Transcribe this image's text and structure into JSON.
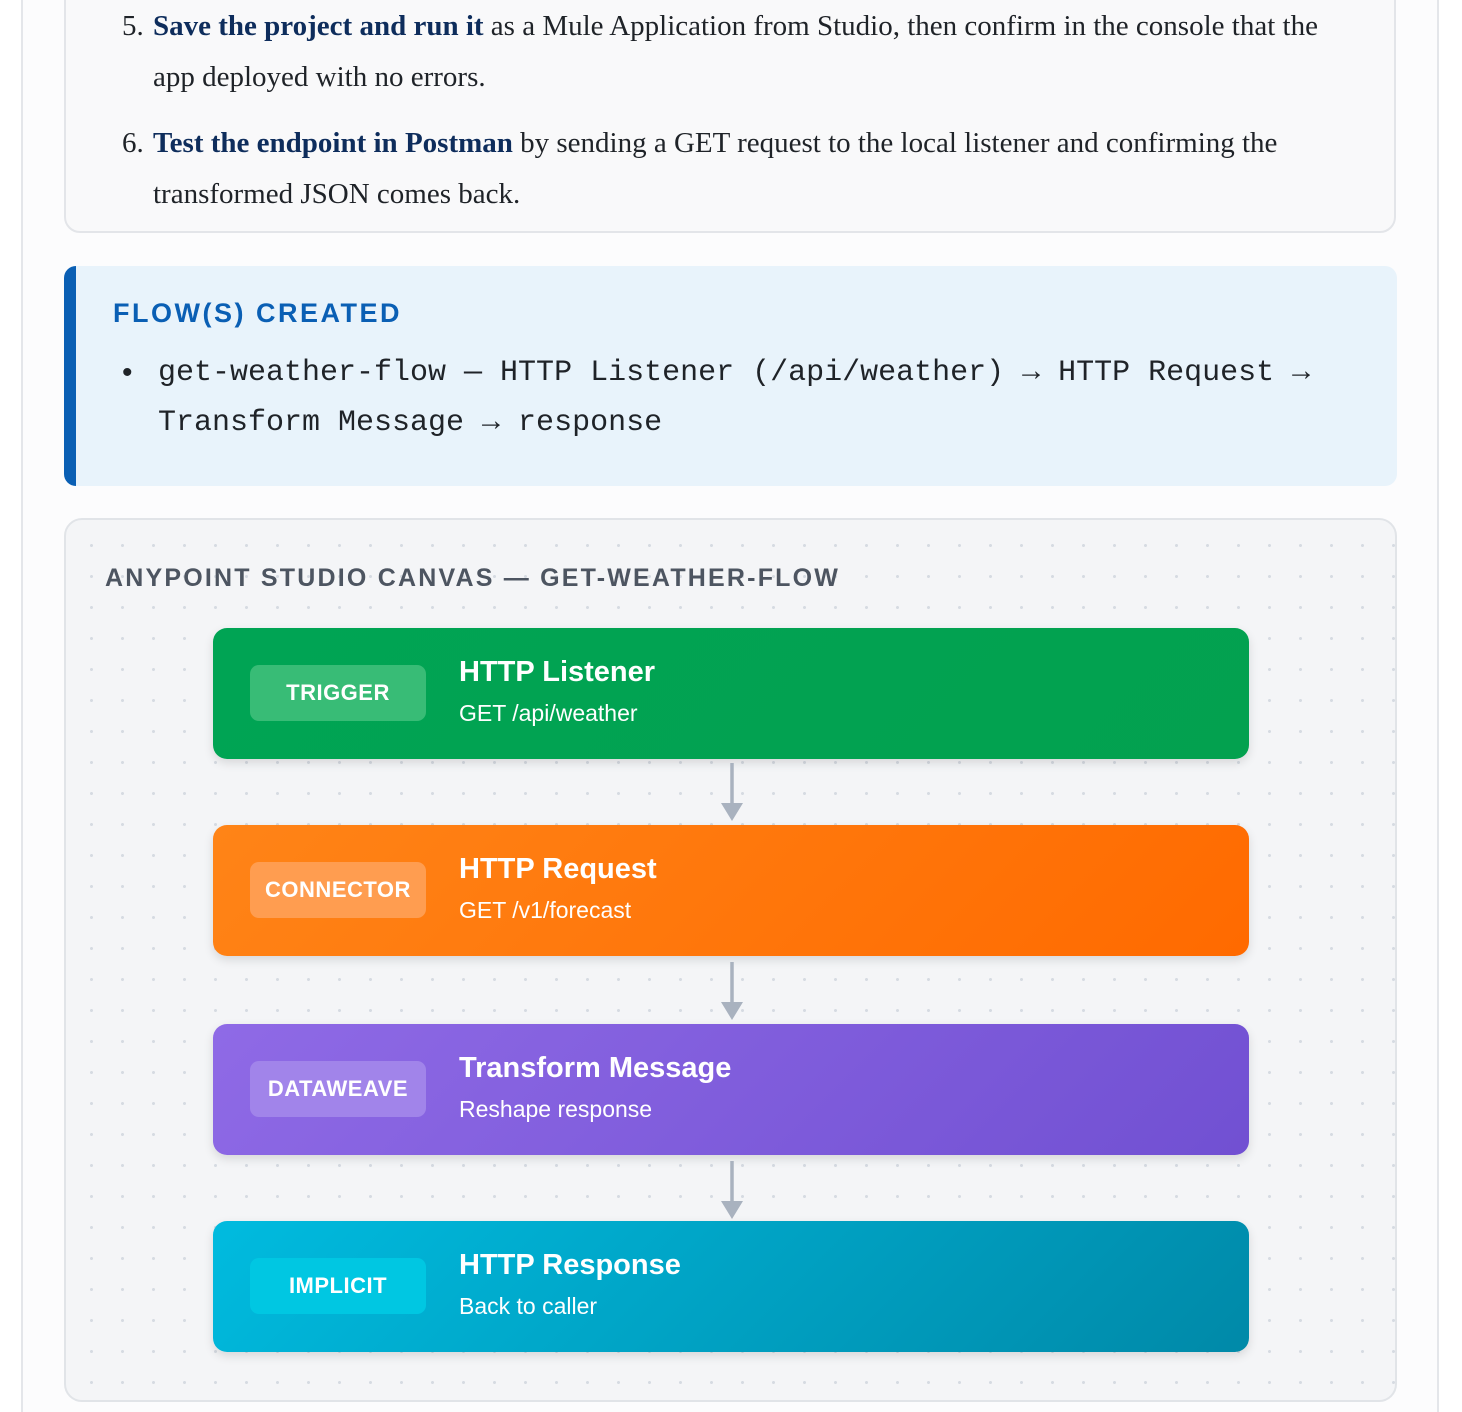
{
  "steps": [
    {
      "number": "5.",
      "bold": "Save the project and run it",
      "text": " as a Mule Application from Studio, then confirm in the console that the app deployed with no errors."
    },
    {
      "number": "6.",
      "bold": "Test the endpoint in Postman",
      "text": " by sending a GET request to the local listener and confirming the transformed JSON comes back."
    }
  ],
  "flows": {
    "title": "FLOW(S) CREATED",
    "items": [
      "get-weather-flow — HTTP Listener (/api/weather) → HTTP Request → Transform Message → response"
    ]
  },
  "canvas": {
    "title": "ANYPOINT STUDIO CANVAS — GET-WEATHER-FLOW",
    "nodes": [
      {
        "badge": "TRIGGER",
        "name": "HTTP Listener",
        "detail": "GET /api/weather"
      },
      {
        "badge": "CONNECTOR",
        "name": "HTTP Request",
        "detail": "GET /v1/forecast"
      },
      {
        "badge": "DATAWEAVE",
        "name": "Transform Message",
        "detail": "Reshape response"
      },
      {
        "badge": "IMPLICIT",
        "name": "HTTP Response",
        "detail": "Back to caller"
      }
    ]
  },
  "colors": {
    "trigger": "#00a454",
    "connector": "#ff7a0f",
    "dataweave": "#8460de",
    "implicit": "#00a8cc",
    "accent": "#0a5fb4"
  }
}
